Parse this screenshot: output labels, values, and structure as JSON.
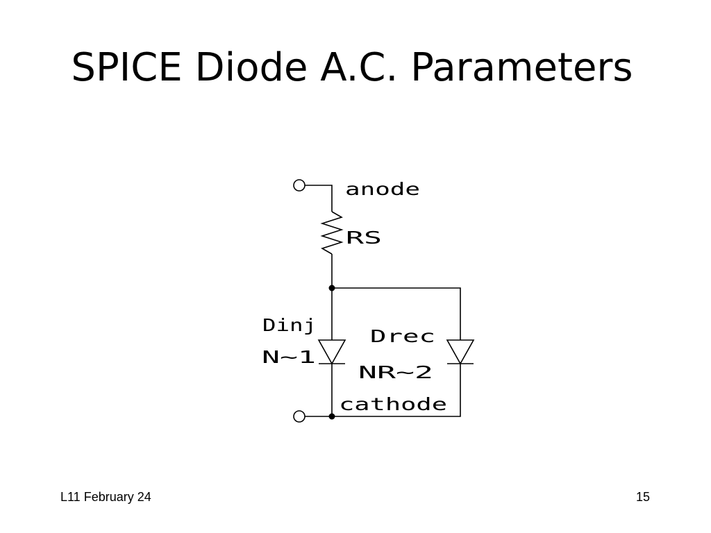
{
  "slide": {
    "title": "SPICE Diode A.C. Parameters",
    "footer_left": "L11 February 24",
    "page_number": "15"
  },
  "diagram": {
    "labels": {
      "anode": "anode",
      "rs": "RS",
      "dinj": "Dinj",
      "n1": "N~1",
      "drec": "Drec",
      "nr2": "NR~2",
      "cathode": "cathode"
    }
  }
}
